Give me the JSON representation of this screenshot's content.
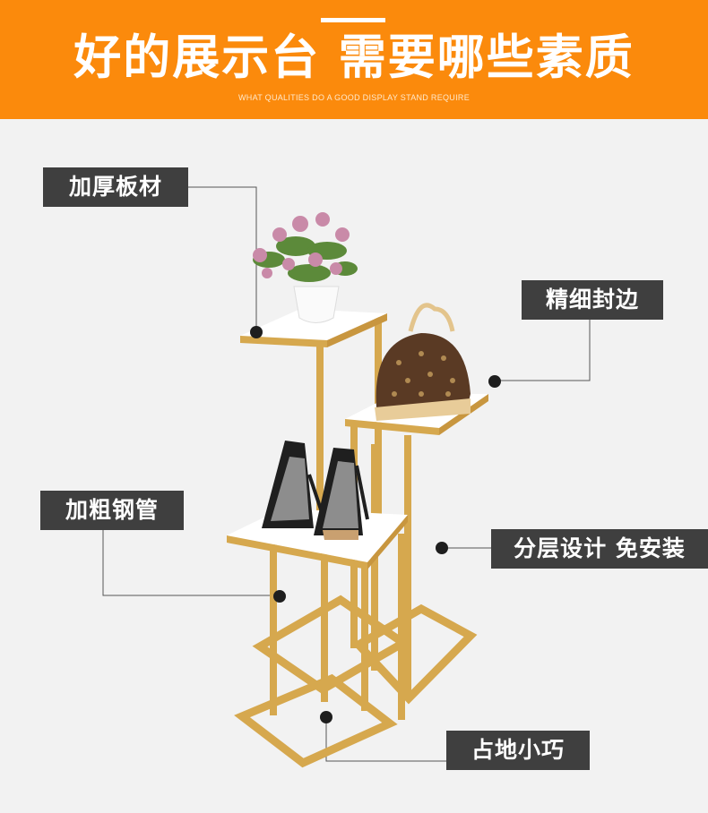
{
  "header": {
    "title": "好的展示台 需要哪些素质",
    "subtitle": "WHAT QUALITIES DO A GOOD DISPLAY STAND REQUIRE"
  },
  "labels": {
    "thick_board": "加厚板材",
    "fine_edge": "精细封边",
    "thick_pipe": "加粗钢管",
    "layered": "分层设计 免安装",
    "small_footprint": "占地小巧"
  },
  "colors": {
    "accent": "#fb8a0c",
    "label_bg": "#3f3f3f",
    "frame_gold": "#d6a84e",
    "board_white": "#ffffff"
  },
  "icons": [
    "flower-pot-icon",
    "handbag-icon",
    "high-heel-shoes-icon"
  ]
}
